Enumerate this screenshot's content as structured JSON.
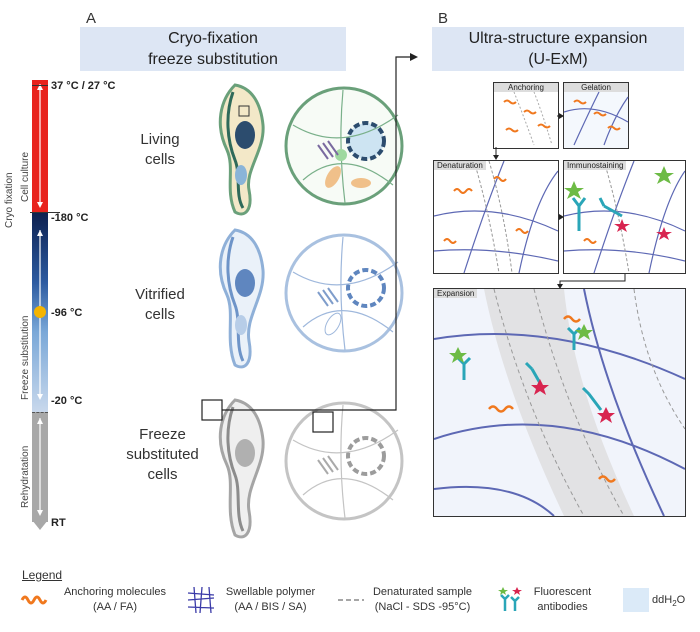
{
  "panel_a": {
    "letter": "A",
    "title_line1": "Cryo-fixation",
    "title_line2": "freeze substitution",
    "temperatures": [
      "37 °C / 27 °C",
      "-180 °C",
      "-96 °C",
      "-20 °C",
      "RT"
    ],
    "phases": [
      "Cell culture",
      "Cryo fixation",
      "Freeze substitution",
      "Rehydratation"
    ],
    "rows": [
      {
        "line1": "Living",
        "line2": "cells"
      },
      {
        "line1": "Vitrified",
        "line2": "cells"
      },
      {
        "line1": "Freeze",
        "line2": "substituted",
        "line3": "cells"
      }
    ]
  },
  "panel_b": {
    "letter": "B",
    "title_line1": "Ultra-structure expansion",
    "title_line2": "(U-ExM)",
    "steps": [
      "Anchoring",
      "Gelation",
      "Denaturation",
      "Immunostaining",
      "Expansion"
    ]
  },
  "legend": {
    "title": "Legend",
    "items": [
      {
        "line1": "Anchoring molecules",
        "line2": "(AA / FA)"
      },
      {
        "line1": "Swellable polymer",
        "line2": "(AA / BIS / SA)"
      },
      {
        "line1": "Denaturated sample",
        "line2": "(NaCl - SDS -95°C)"
      },
      {
        "line1": "Fluorescent",
        "line2": "antibodies"
      },
      {
        "line1": "ddH",
        "sub": "2",
        "line2": "O"
      }
    ]
  },
  "colors": {
    "title_bg": "#dde6f4",
    "hot": "#e8231d",
    "cold": "#0d2150",
    "mid": "#f5b400",
    "rehydration": "#a0a0a0",
    "orange_molecule": "#f0781e",
    "polymer": "#3a3aa8",
    "antibody": "#2aa6b8",
    "green_star": "#6dbb45",
    "red_star": "#d8244f",
    "blue_line": "#5d68b4",
    "ddh2o": "#dbeaf8"
  }
}
